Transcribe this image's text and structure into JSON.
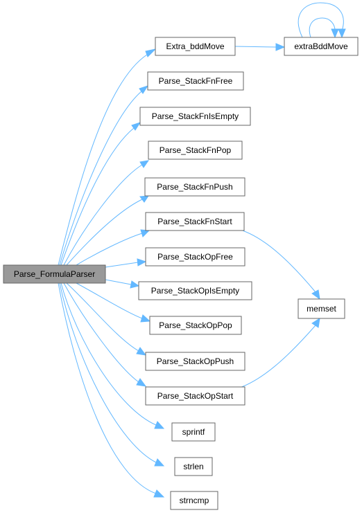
{
  "graph": {
    "root": "Parse_FormulaParser",
    "nodes": {
      "root": "Parse_FormulaParser",
      "extra_bdd_move": "Extra_bddMove",
      "extraBddMove": "extraBddMove",
      "stack_fn_free": "Parse_StackFnFree",
      "stack_fn_is_empty": "Parse_StackFnIsEmpty",
      "stack_fn_pop": "Parse_StackFnPop",
      "stack_fn_push": "Parse_StackFnPush",
      "stack_fn_start": "Parse_StackFnStart",
      "stack_op_free": "Parse_StackOpFree",
      "stack_op_is_empty": "Parse_StackOpIsEmpty",
      "stack_op_pop": "Parse_StackOpPop",
      "stack_op_push": "Parse_StackOpPush",
      "stack_op_start": "Parse_StackOpStart",
      "memset": "memset",
      "sprintf": "sprintf",
      "strlen": "strlen",
      "strncmp": "strncmp"
    },
    "edges": [
      [
        "root",
        "extra_bdd_move"
      ],
      [
        "root",
        "stack_fn_free"
      ],
      [
        "root",
        "stack_fn_is_empty"
      ],
      [
        "root",
        "stack_fn_pop"
      ],
      [
        "root",
        "stack_fn_push"
      ],
      [
        "root",
        "stack_fn_start"
      ],
      [
        "root",
        "stack_op_free"
      ],
      [
        "root",
        "stack_op_is_empty"
      ],
      [
        "root",
        "stack_op_pop"
      ],
      [
        "root",
        "stack_op_push"
      ],
      [
        "root",
        "stack_op_start"
      ],
      [
        "root",
        "sprintf"
      ],
      [
        "root",
        "strlen"
      ],
      [
        "root",
        "strncmp"
      ],
      [
        "extra_bdd_move",
        "extraBddMove"
      ],
      [
        "extraBddMove",
        "extraBddMove"
      ],
      [
        "stack_fn_start",
        "memset"
      ],
      [
        "stack_op_start",
        "memset"
      ]
    ],
    "colors": {
      "edge": "#63b8ff",
      "root_fill": "#999999",
      "node_fill": "#ffffff",
      "node_border": "#666666"
    }
  }
}
